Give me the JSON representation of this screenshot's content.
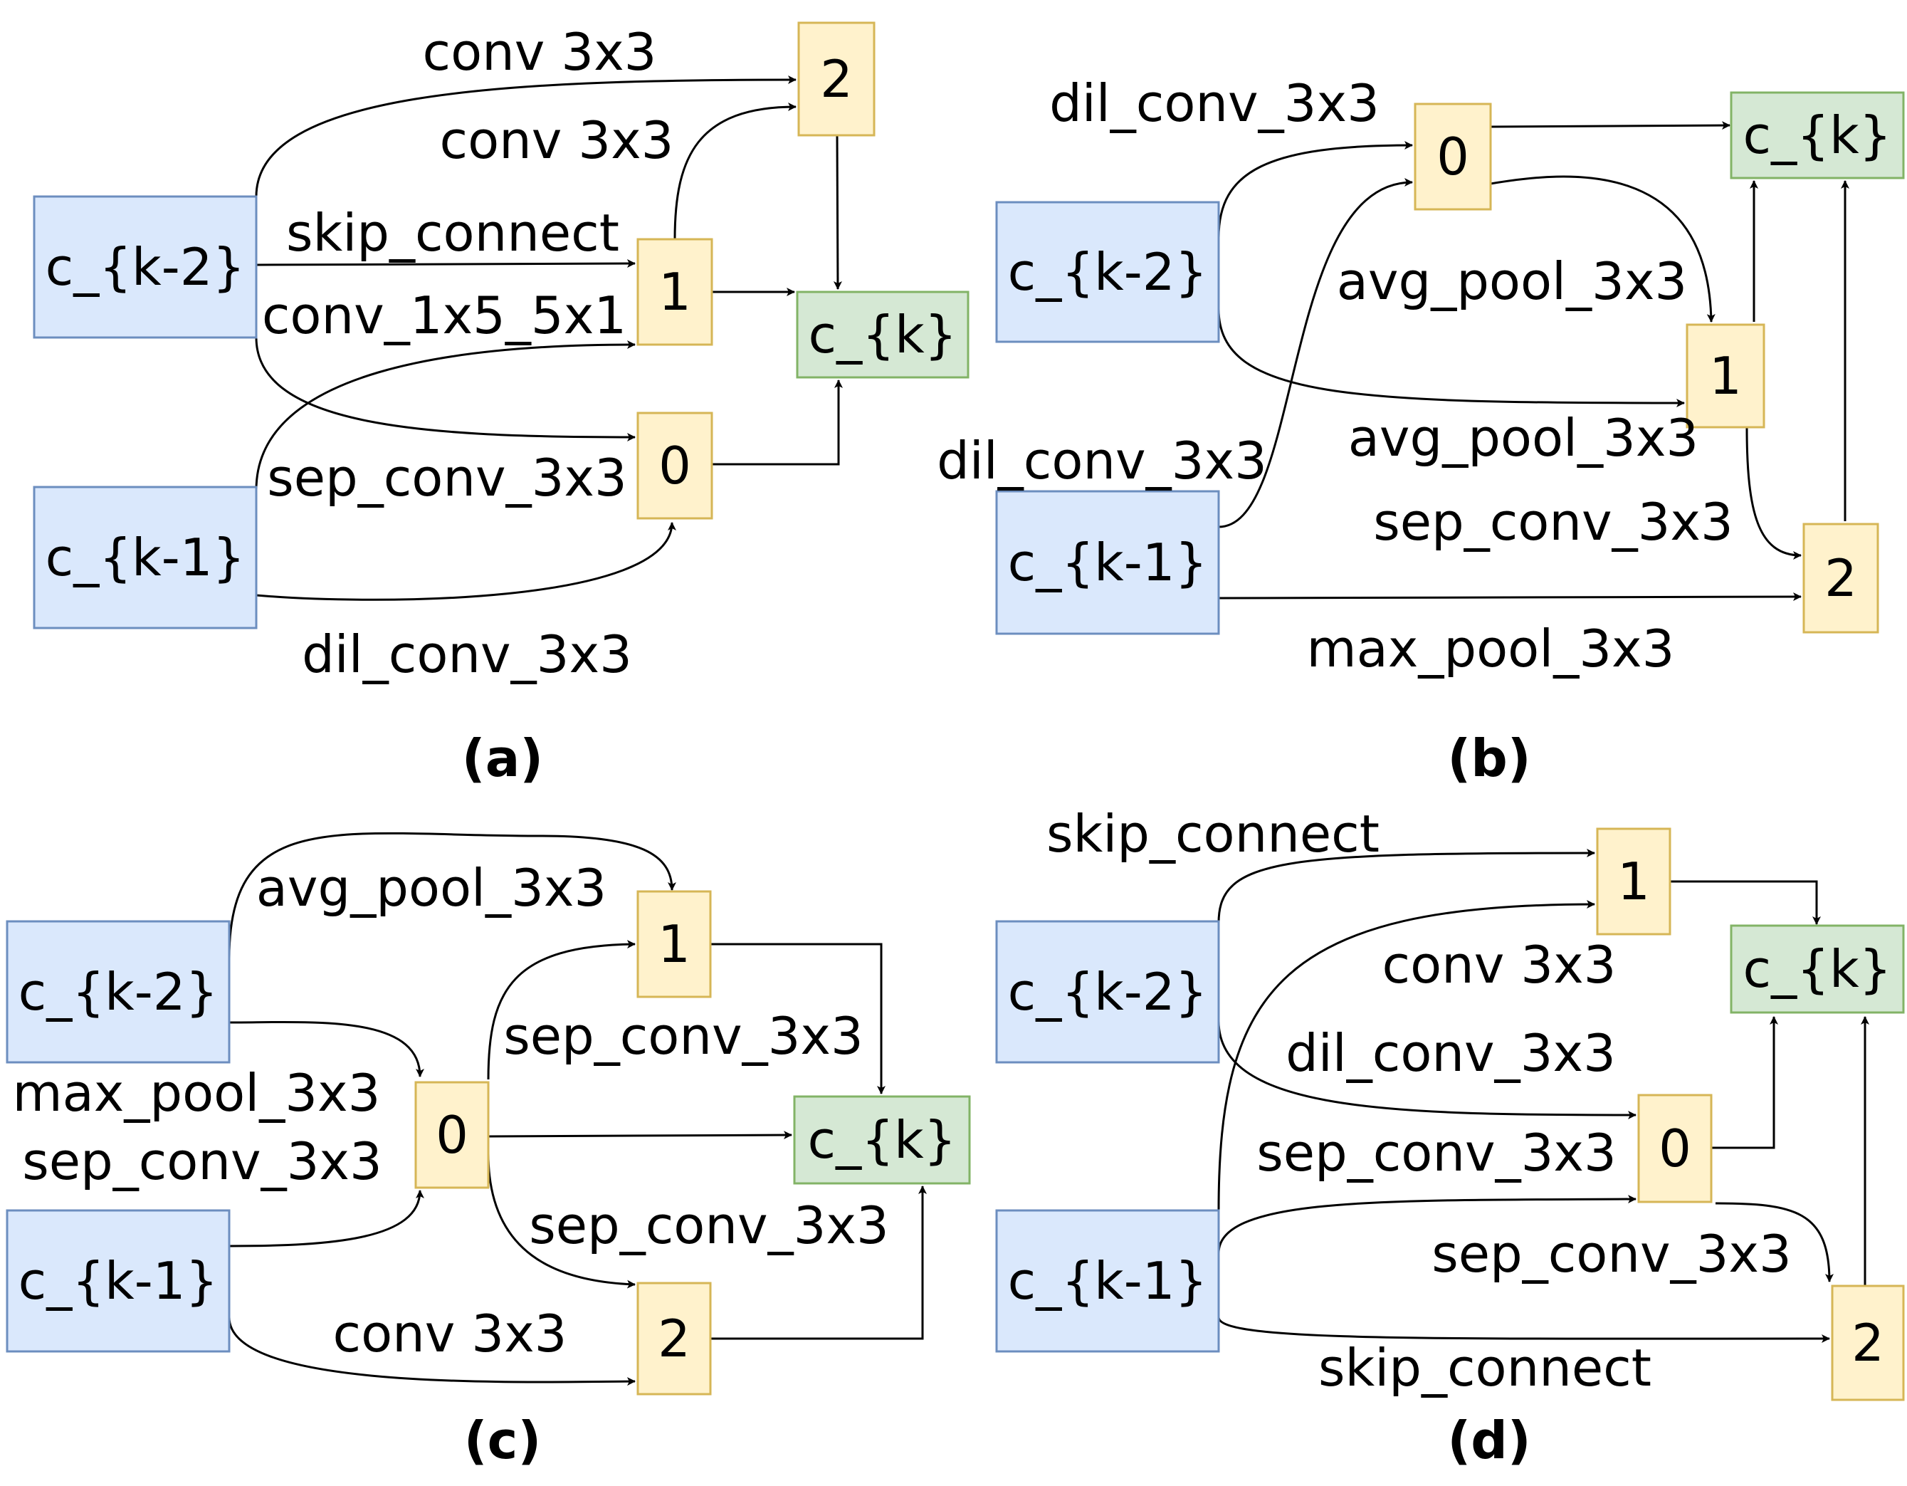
{
  "colors": {
    "input_fill": "#dae8fc",
    "input_stroke": "#6c8ebf",
    "node_fill": "#fff2cc",
    "node_stroke": "#d6b656",
    "output_fill": "#d5e8d4",
    "output_stroke": "#82b366",
    "edge": "#000000"
  },
  "panels": [
    {
      "id": "a",
      "caption": "(a)",
      "inputs": [
        "c_{k-2}",
        "c_{k-1}"
      ],
      "nodes": [
        "0",
        "1",
        "2"
      ],
      "output": "c_{k}",
      "edges": [
        {
          "from": "c_{k-2}",
          "to": "2",
          "op": "conv 3x3"
        },
        {
          "from": "1",
          "to": "2",
          "op": "conv 3x3"
        },
        {
          "from": "c_{k-2}",
          "to": "1",
          "op": "skip_connect"
        },
        {
          "from": "c_{k-1}",
          "to": "1",
          "op": "conv_1x5_5x1"
        },
        {
          "from": "c_{k-2}",
          "to": "0",
          "op": "sep_conv_3x3"
        },
        {
          "from": "c_{k-1}",
          "to": "0",
          "op": "dil_conv_3x3"
        },
        {
          "from": "1",
          "to": "c_{k}",
          "op": ""
        },
        {
          "from": "2",
          "to": "c_{k}",
          "op": ""
        },
        {
          "from": "0",
          "to": "c_{k}",
          "op": ""
        }
      ]
    },
    {
      "id": "b",
      "caption": "(b)",
      "inputs": [
        "c_{k-2}",
        "c_{k-1}"
      ],
      "nodes": [
        "0",
        "1",
        "2"
      ],
      "output": "c_{k}",
      "edges": [
        {
          "from": "c_{k-2}",
          "to": "0",
          "op": "dil_conv_3x3"
        },
        {
          "from": "c_{k-1}",
          "to": "0",
          "op": "dil_conv_3x3"
        },
        {
          "from": "0",
          "to": "1",
          "op": "avg_pool_3x3"
        },
        {
          "from": "c_{k-2}",
          "to": "1",
          "op": "avg_pool_3x3"
        },
        {
          "from": "1",
          "to": "2",
          "op": "sep_conv_3x3"
        },
        {
          "from": "c_{k-1}",
          "to": "2",
          "op": "max_pool_3x3"
        },
        {
          "from": "0",
          "to": "c_{k}",
          "op": ""
        },
        {
          "from": "1",
          "to": "c_{k}",
          "op": ""
        },
        {
          "from": "2",
          "to": "c_{k}",
          "op": ""
        }
      ]
    },
    {
      "id": "c",
      "caption": "(c)",
      "inputs": [
        "c_{k-2}",
        "c_{k-1}"
      ],
      "nodes": [
        "0",
        "1",
        "2"
      ],
      "output": "c_{k}",
      "edges": [
        {
          "from": "c_{k-2}",
          "to": "1",
          "op": "avg_pool_3x3"
        },
        {
          "from": "c_{k-2}",
          "to": "0",
          "op": "max_pool_3x3"
        },
        {
          "from": "c_{k-1}",
          "to": "0",
          "op": "sep_conv_3x3"
        },
        {
          "from": "0",
          "to": "1",
          "op": "sep_conv_3x3"
        },
        {
          "from": "0",
          "to": "2",
          "op": "sep_conv_3x3"
        },
        {
          "from": "c_{k-1}",
          "to": "2",
          "op": "conv 3x3"
        },
        {
          "from": "0",
          "to": "c_{k}",
          "op": ""
        },
        {
          "from": "1",
          "to": "c_{k}",
          "op": ""
        },
        {
          "from": "2",
          "to": "c_{k}",
          "op": ""
        }
      ]
    },
    {
      "id": "d",
      "caption": "(d)",
      "inputs": [
        "c_{k-2}",
        "c_{k-1}"
      ],
      "nodes": [
        "0",
        "1",
        "2"
      ],
      "output": "c_{k}",
      "edges": [
        {
          "from": "c_{k-2}",
          "to": "1",
          "op": "skip_connect"
        },
        {
          "from": "c_{k-1}",
          "to": "1",
          "op": "conv 3x3"
        },
        {
          "from": "c_{k-2}",
          "to": "0",
          "op": "dil_conv_3x3"
        },
        {
          "from": "c_{k-1}",
          "to": "0",
          "op": "sep_conv_3x3"
        },
        {
          "from": "0",
          "to": "2",
          "op": "sep_conv_3x3"
        },
        {
          "from": "c_{k-1}",
          "to": "2",
          "op": "skip_connect"
        },
        {
          "from": "1",
          "to": "c_{k}",
          "op": ""
        },
        {
          "from": "0",
          "to": "c_{k}",
          "op": ""
        },
        {
          "from": "2",
          "to": "c_{k}",
          "op": ""
        }
      ]
    }
  ]
}
